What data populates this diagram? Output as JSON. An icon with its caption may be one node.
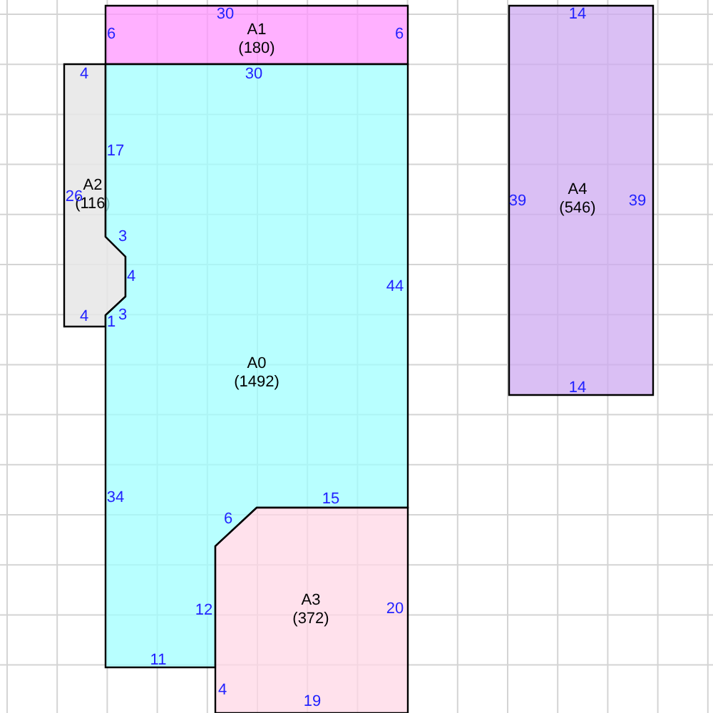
{
  "diagram": {
    "nodes": [
      {
        "text": [
          "A1",
          "(180)"
        ]
      },
      {
        "text": [
          "A4",
          "(546)"
        ]
      },
      {
        "text": [
          "A2",
          "(116)"
        ]
      },
      {
        "text": [
          "A0",
          "(1492)"
        ]
      },
      {
        "text": [
          "A3",
          "(372)"
        ]
      }
    ],
    "labels": [
      "30",
      "14",
      "6",
      "6",
      "4",
      "30",
      "17",
      "26",
      "39",
      "39",
      "3",
      "4",
      "44",
      "4",
      "1",
      "3",
      "14",
      "34",
      "15",
      "6",
      "12",
      "20",
      "11",
      "4",
      "19"
    ]
  }
}
